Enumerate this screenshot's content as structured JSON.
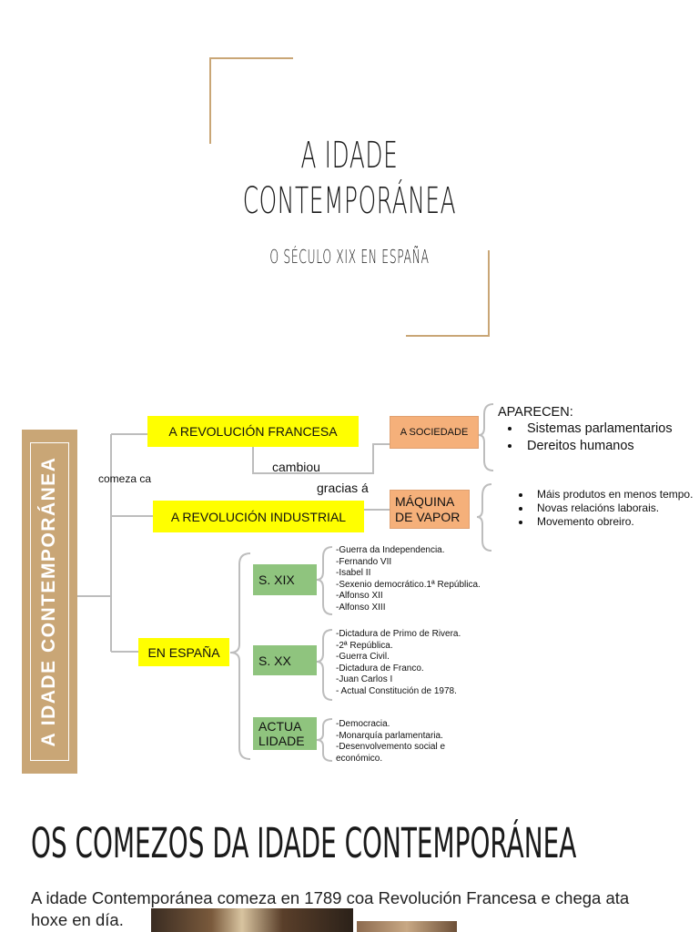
{
  "title": {
    "line1": "A IDADE",
    "line2": "CONTEMPORÁNEA",
    "subtitle": "O SÉCULO XIX EN ESPAÑA"
  },
  "diagram": {
    "sidebar_label": "A IDADE CONTEMPORÁNEA",
    "comeza_label": "comeza ca",
    "revolucion_francesa": "A REVOLUCIÓN FRANCESA",
    "revolucion_industrial": "A REVOLUCIÓN INDUSTRIAL",
    "en_espana": "EN ESPAÑA",
    "cambiou": "cambiou",
    "gracias": "gracias á",
    "sociedade": "A SOCIEDADE",
    "maquina": [
      "MÁQUINA",
      "DE VAPOR"
    ],
    "aparecen_title": "APARECEN:",
    "aparecen_items": [
      "Sistemas parlamentarios",
      "Dereitos humanos"
    ],
    "maquina_items": [
      "Máis produtos en menos tempo.",
      "Novas relacións laborais.",
      "Movemento obreiro."
    ],
    "sxix": "S. XIX",
    "sxix_items": [
      "-Guerra da Independencia.",
      "-Fernando VII",
      "-Isabel II",
      "-Sexenio democrático.1ª República.",
      "-Alfonso XII",
      "-Alfonso XIII"
    ],
    "sxx": "S. XX",
    "sxx_items": [
      "-Dictadura de Primo de Rivera.",
      "-2ª República.",
      "-Guerra Civil.",
      "-Dictadura de Franco.",
      "-Juan Carlos I",
      "- Actual Constitución de 1978."
    ],
    "actualidade": [
      "ACTUA",
      "LIDADE"
    ],
    "actualidade_items": [
      "-Democracia.",
      "-Monarquía parlamentaria.",
      "-Desenvolvemento social e",
      "económico."
    ]
  },
  "section": {
    "heading": "OS COMEZOS DA IDADE CONTEMPORÁNEA",
    "paragraph_line1": "A idade Contemporánea comeza en 1789 coa Revolución Francesa e chega ata",
    "paragraph_line2": "hoxe en día."
  },
  "colors": {
    "accent_tan": "#c9a676",
    "yellow": "#ffff00",
    "orange": "#f5b07a",
    "green": "#8fc47e"
  }
}
